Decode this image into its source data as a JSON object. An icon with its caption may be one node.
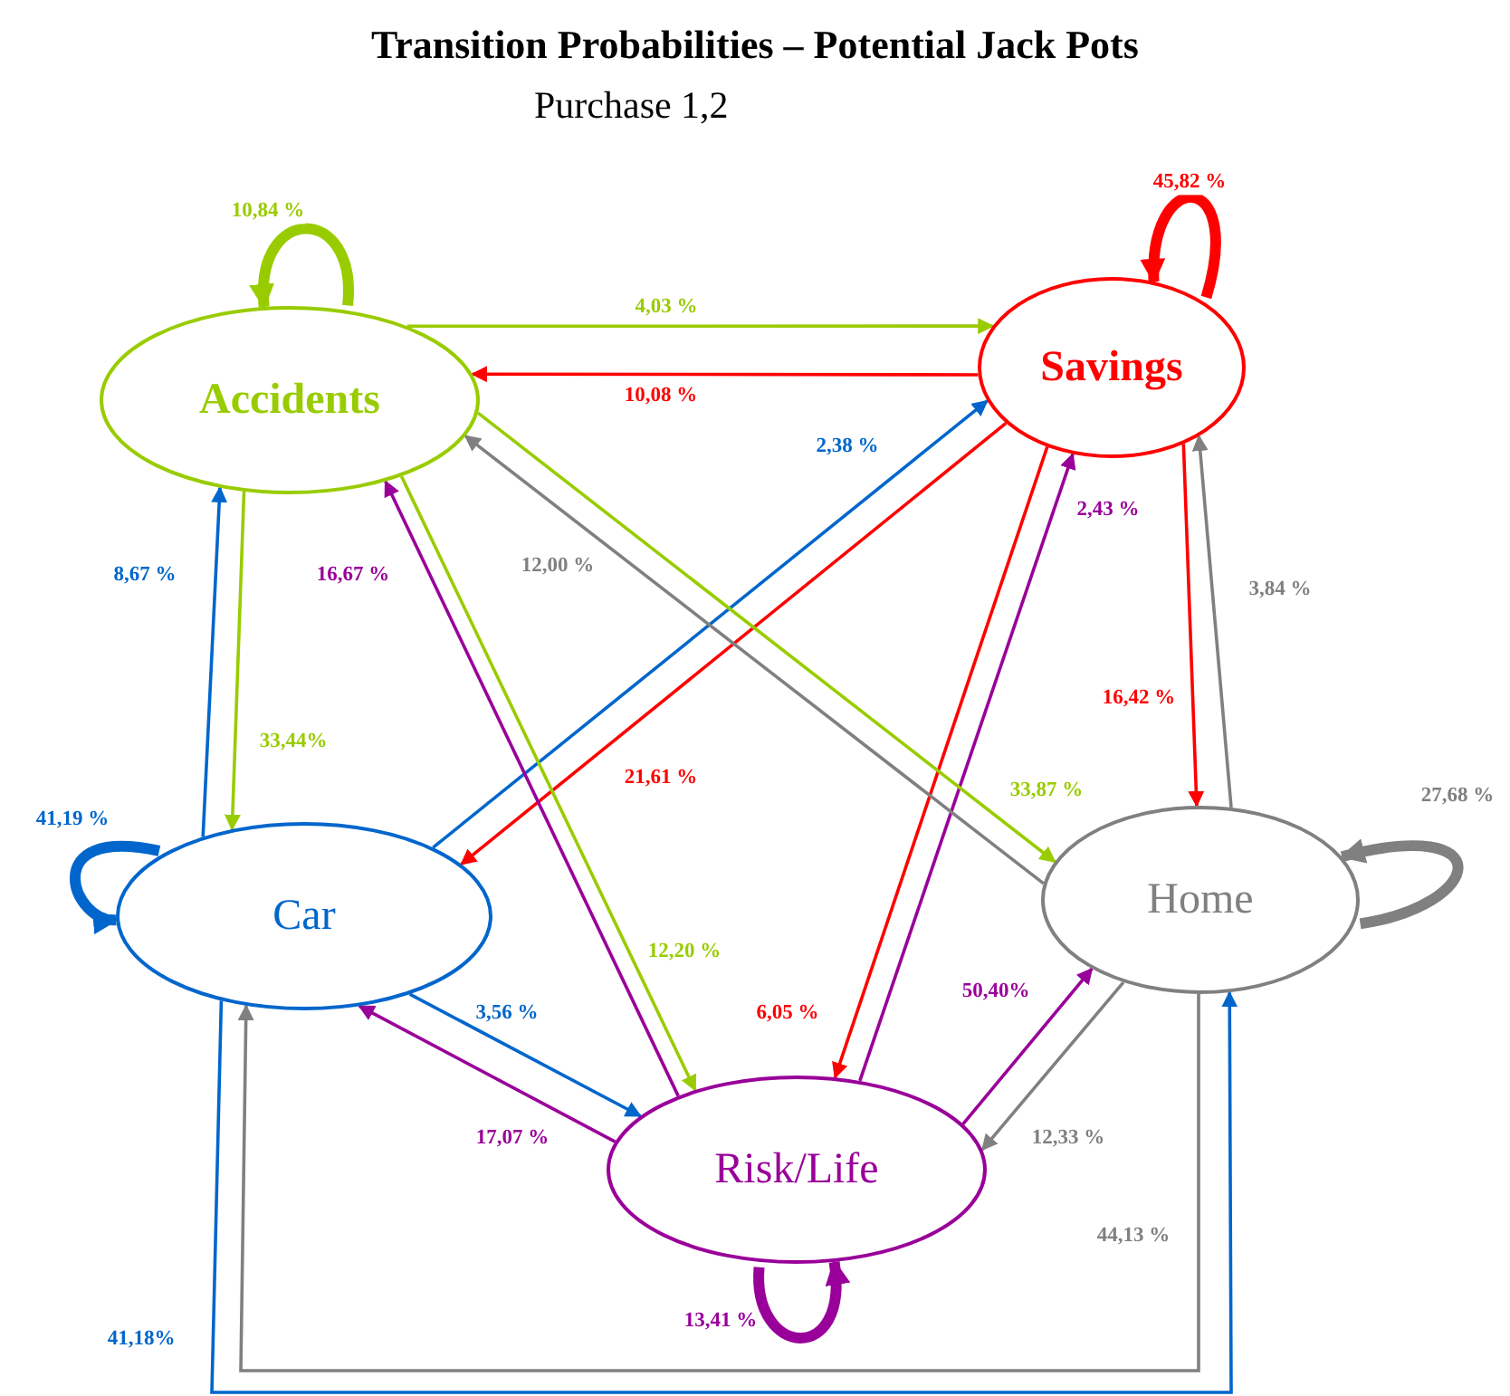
{
  "diagram": {
    "title": "Transition Probabilities – Potential Jack Pots",
    "nodes": [
      {
        "text": [
          "Accidents"
        ]
      },
      {
        "text": [
          "Savings"
        ]
      },
      {
        "text": [
          "Car"
        ]
      },
      {
        "text": [
          "Home"
        ]
      },
      {
        "text": [
          "Risk/Life"
        ]
      }
    ],
    "edges": [
      {
        "from": 0,
        "to": 0,
        "arrow": "to",
        "label": "10,84 %",
        "style": "thick",
        "color": "#99cc00"
      },
      {
        "from": 0,
        "to": 1,
        "arrow": "to",
        "label": "4,03 %",
        "color": "#99cc00"
      },
      {
        "from": 1,
        "to": 0,
        "arrow": "to",
        "label": "10,08 %",
        "color": "#ff0000"
      },
      {
        "from": 2,
        "to": 1,
        "arrow": "to",
        "label": "2,38 %",
        "color": "#0066cc"
      },
      {
        "from": 1,
        "to": 2,
        "arrow": "to",
        "label": "21,61 %",
        "color": "#ff0000"
      },
      {
        "from": 1,
        "to": 4,
        "arrow": "to",
        "label": "6,05 %",
        "color": "#ff0000"
      },
      {
        "from": 4,
        "to": 1,
        "arrow": "to",
        "label": "2,43 %",
        "color": "#990099"
      },
      {
        "from": 1,
        "to": 3,
        "arrow": "to",
        "label": "16,42 %",
        "color": "#ff0000"
      },
      {
        "from": 3,
        "to": 1,
        "arrow": "to",
        "label": "3,84 %",
        "color": "#808080"
      },
      {
        "from": 1,
        "to": 1,
        "arrow": "to",
        "label": "45,82 %",
        "style": "thick",
        "color": "#ff0000"
      },
      {
        "from": 2,
        "to": 0,
        "arrow": "to",
        "label": "8,67 %",
        "color": "#0066cc"
      },
      {
        "from": 0,
        "to": 2,
        "arrow": "to",
        "label": "33,44%",
        "color": "#99cc00"
      },
      {
        "from": 4,
        "to": 0,
        "arrow": "to",
        "label": "16,67 %",
        "color": "#990099"
      },
      {
        "from": 0,
        "to": 4,
        "arrow": "to",
        "label": "12,20 %",
        "color": "#99cc00"
      },
      {
        "from": 3,
        "to": 0,
        "arrow": "to",
        "label": "12,00 %",
        "color": "#808080"
      },
      {
        "from": 0,
        "to": 3,
        "arrow": "to",
        "label": "33,87 %",
        "color": "#99cc00"
      },
      {
        "from": 2,
        "to": 2,
        "arrow": "to",
        "label": "41,19 %",
        "style": "thick",
        "color": "#0066cc"
      },
      {
        "from": 2,
        "to": 4,
        "arrow": "to",
        "label": "3,56 %",
        "color": "#0066cc"
      },
      {
        "from": 4,
        "to": 2,
        "arrow": "to",
        "label": "17,07 %",
        "color": "#990099"
      },
      {
        "from": 4,
        "to": 3,
        "arrow": "to",
        "label": "50,40%",
        "color": "#990099"
      },
      {
        "from": 3,
        "to": 4,
        "arrow": "to",
        "label": "12,33 %",
        "color": "#808080"
      },
      {
        "from": 3,
        "to": 3,
        "arrow": "to",
        "label": "27,68 %",
        "style": "thick",
        "color": "#808080"
      },
      {
        "from": 4,
        "to": 4,
        "arrow": "to",
        "label": "13,41 %",
        "style": "thick",
        "color": "#990099"
      },
      {
        "from": 3,
        "to": 2,
        "arrow": "to",
        "label": "44,13 %",
        "color": "#808080"
      },
      {
        "from": 2,
        "to": 3,
        "arrow": "to",
        "label": "41,18%",
        "color": "#0066cc"
      }
    ],
    "labels": [
      "Purchase 1,2"
    ]
  }
}
